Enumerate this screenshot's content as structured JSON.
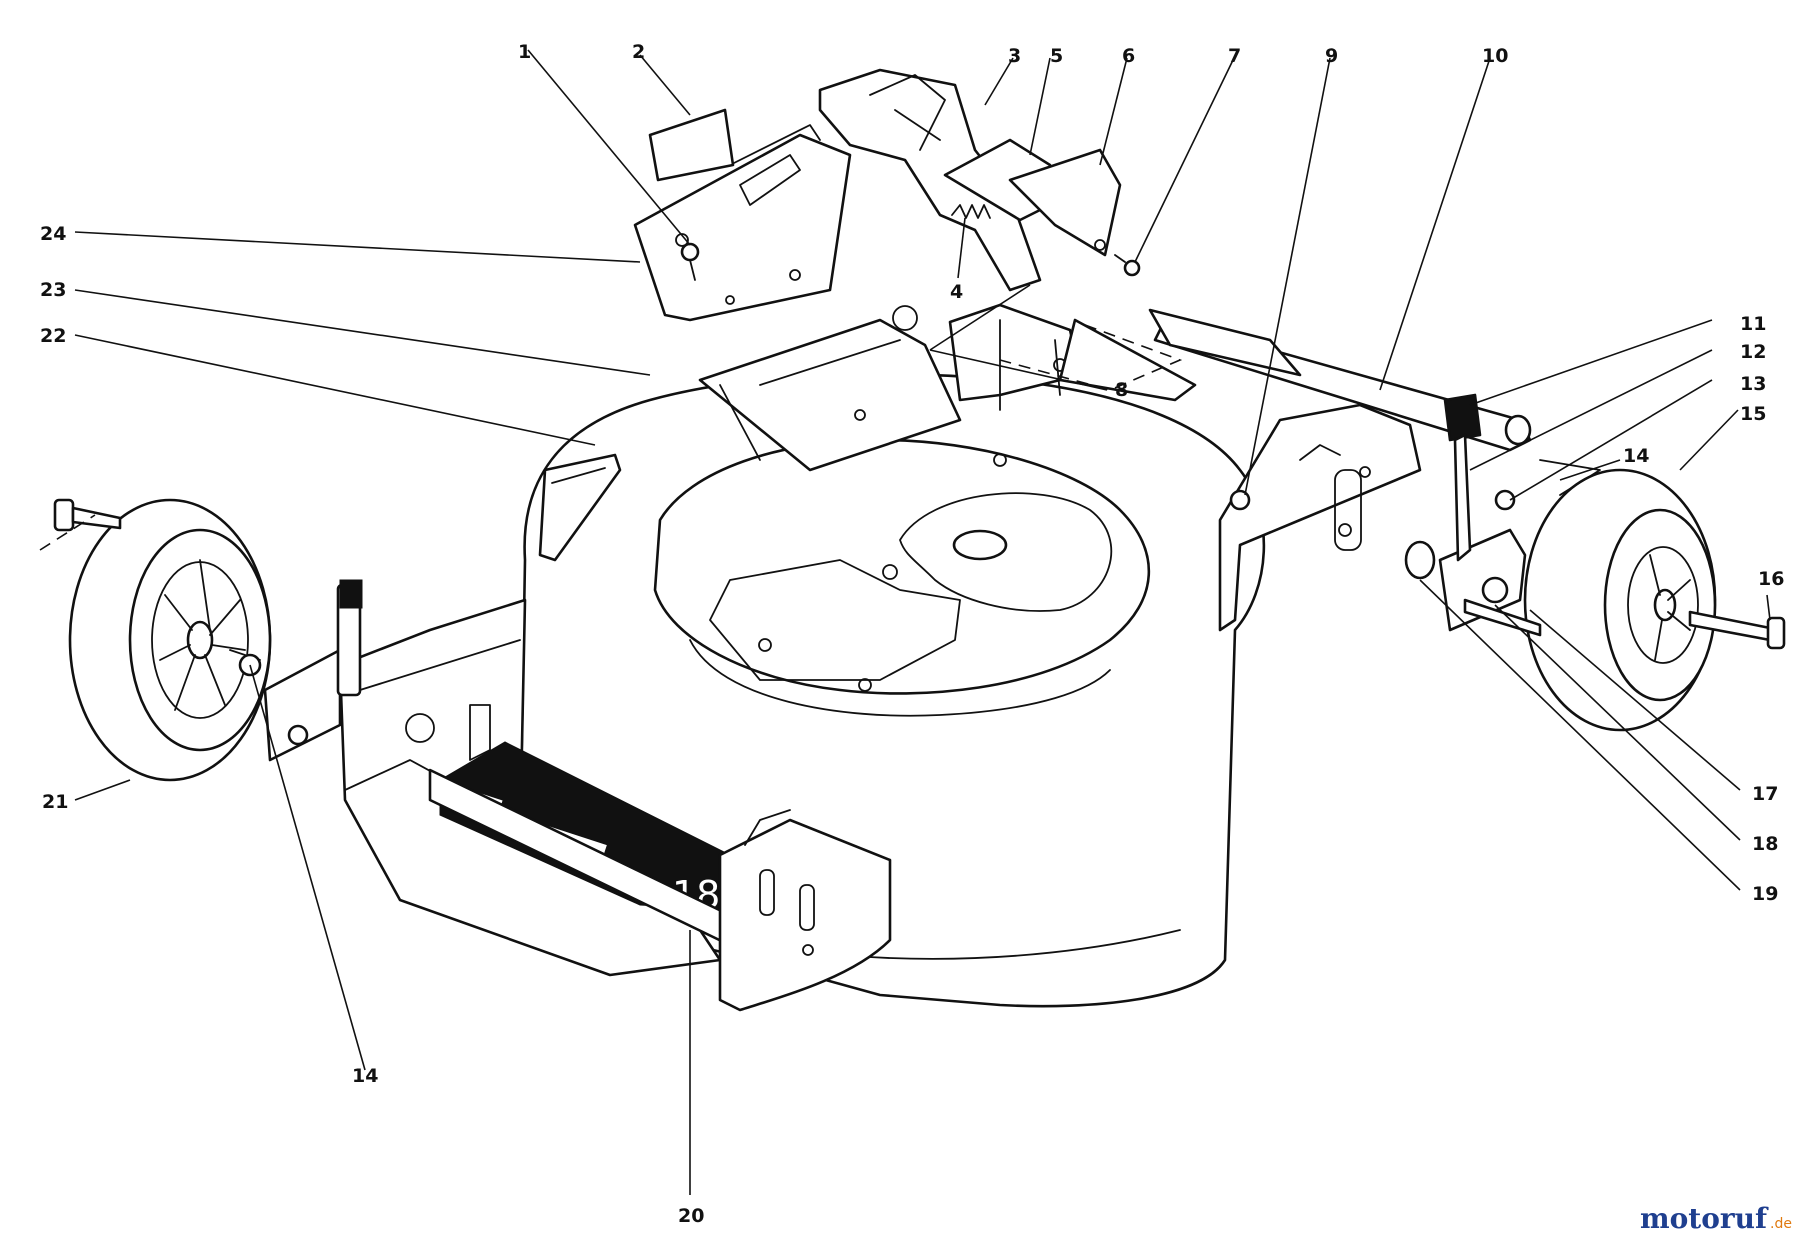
{
  "callouts": {
    "c1": "1",
    "c2": "2",
    "c3": "3",
    "c4": "4",
    "c5": "5",
    "c6": "6",
    "c7": "7",
    "c8": "8",
    "c9": "9",
    "c10": "10",
    "c11": "11",
    "c12": "12",
    "c13": "13",
    "c14a": "14",
    "c14b": "14",
    "c15": "15",
    "c16": "16",
    "c17": "17",
    "c18": "18",
    "c19": "19",
    "c20": "20",
    "c21": "21",
    "c22": "22",
    "c23": "23",
    "c24": "24"
  },
  "decal": {
    "size_label": "18"
  },
  "watermark": {
    "brand": "motoruf",
    "tld": ".de"
  },
  "colors": {
    "line": "#111111",
    "background": "#ffffff",
    "wm_blue": "#1f3f8f",
    "wm_orange": "#e07a10"
  }
}
